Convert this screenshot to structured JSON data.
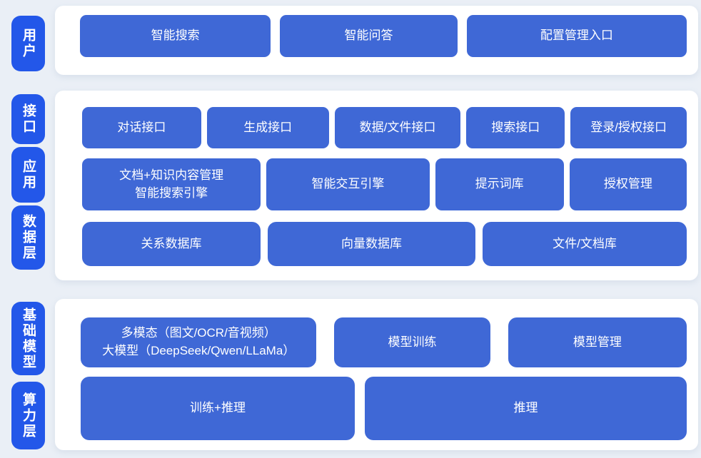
{
  "colors": {
    "page_bg": "#eaeff6",
    "panel_bg": "#ffffff",
    "layer_pill_bg": "#2357e9",
    "block_bg": "#3f68d6",
    "block_text": "#ffffff"
  },
  "sections": [
    {
      "name": "user-layer",
      "side_labels": [
        {
          "text": "用户"
        }
      ],
      "rows": [
        {
          "buttons": [
            {
              "label": "智能搜索"
            },
            {
              "label": "智能问答"
            },
            {
              "label": "配置管理入口"
            }
          ]
        }
      ]
    },
    {
      "name": "interface-application-data-layer",
      "side_labels": [
        {
          "text": "接口"
        },
        {
          "text": "应用"
        },
        {
          "text": "数据层"
        }
      ],
      "rows": [
        {
          "buttons": [
            {
              "label": "对话接口"
            },
            {
              "label": "生成接口"
            },
            {
              "label": "数据/文件接口"
            },
            {
              "label": "搜索接口"
            },
            {
              "label": "登录/授权接口"
            }
          ]
        },
        {
          "buttons": [
            {
              "lines": [
                "文档+知识内容管理",
                "智能搜索引擎"
              ]
            },
            {
              "label": "智能交互引擎"
            },
            {
              "label": "提示词库"
            },
            {
              "label": "授权管理"
            }
          ]
        },
        {
          "buttons": [
            {
              "label": "关系数据库"
            },
            {
              "label": "向量数据库"
            },
            {
              "label": "文件/文档库"
            }
          ]
        }
      ]
    },
    {
      "name": "foundation-model-compute-layer",
      "side_labels": [
        {
          "text": "基础模型"
        },
        {
          "text": "算力层"
        }
      ],
      "rows": [
        {
          "buttons": [
            {
              "lines": [
                "多模态（图文/OCR/音视频）",
                "大模型（DeepSeek/Qwen/LLaMa）"
              ]
            },
            {
              "label": "模型训练"
            },
            {
              "label": "模型管理"
            }
          ]
        },
        {
          "buttons": [
            {
              "label": "训练+推理"
            },
            {
              "label": "推理"
            }
          ]
        }
      ]
    }
  ]
}
